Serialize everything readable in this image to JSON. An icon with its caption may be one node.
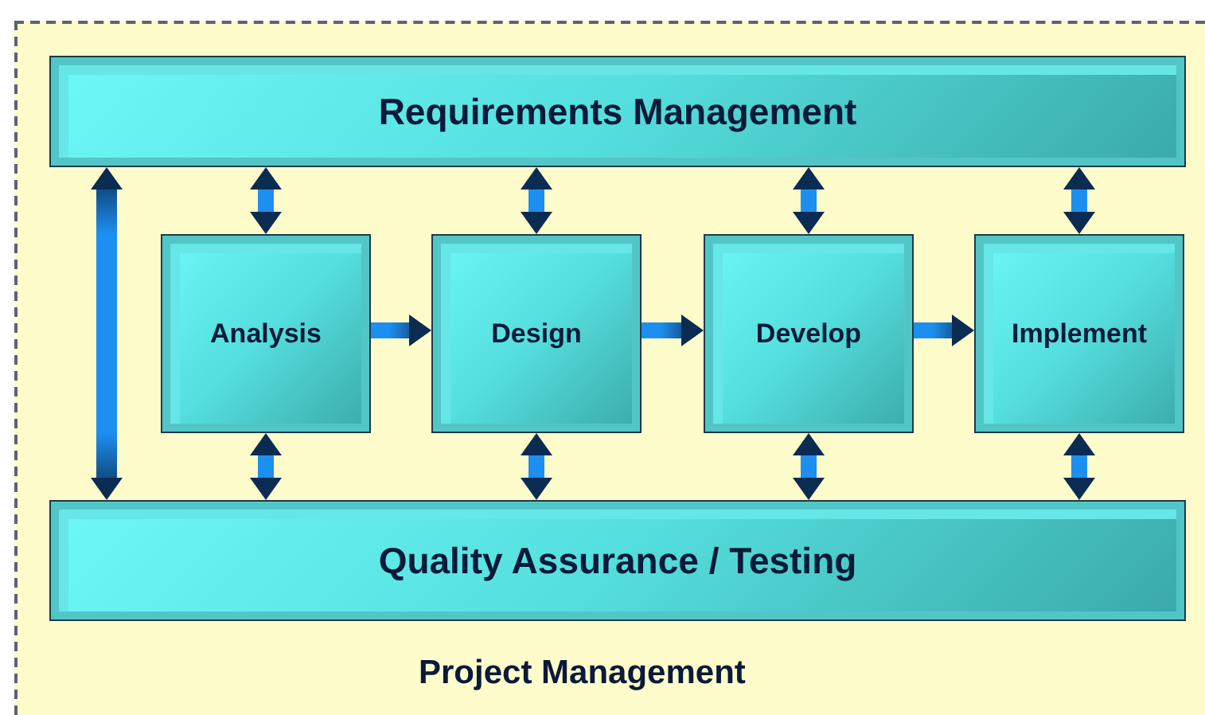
{
  "diagram": {
    "nodes": [
      {
        "text": [
          "Project Management"
        ]
      },
      {
        "text": [
          "Requirements Management"
        ],
        "in": 0
      },
      {
        "text": [
          "Analysis"
        ],
        "in": 0
      },
      {
        "text": [
          "Design"
        ],
        "in": 0
      },
      {
        "text": [
          "Develop"
        ],
        "in": 0
      },
      {
        "text": [
          "Implement"
        ],
        "in": 0
      },
      {
        "text": [
          "Quality Assurance / Testing"
        ],
        "in": 0
      }
    ],
    "edges": [
      {
        "from": 1,
        "to": 2,
        "arrow": "both"
      },
      {
        "from": 1,
        "to": 3,
        "arrow": "both"
      },
      {
        "from": 1,
        "to": 4,
        "arrow": "both"
      },
      {
        "from": 1,
        "to": 5,
        "arrow": "both"
      },
      {
        "from": 2,
        "to": 3,
        "arrow": "to"
      },
      {
        "from": 3,
        "to": 4,
        "arrow": "to"
      },
      {
        "from": 4,
        "to": 5,
        "arrow": "to"
      },
      {
        "from": 2,
        "to": 6,
        "arrow": "both"
      },
      {
        "from": 3,
        "to": 6,
        "arrow": "both"
      },
      {
        "from": 4,
        "to": 6,
        "arrow": "both"
      },
      {
        "from": 5,
        "to": 6,
        "arrow": "both"
      },
      {
        "from": 1,
        "to": 6,
        "arrow": "both"
      }
    ]
  }
}
